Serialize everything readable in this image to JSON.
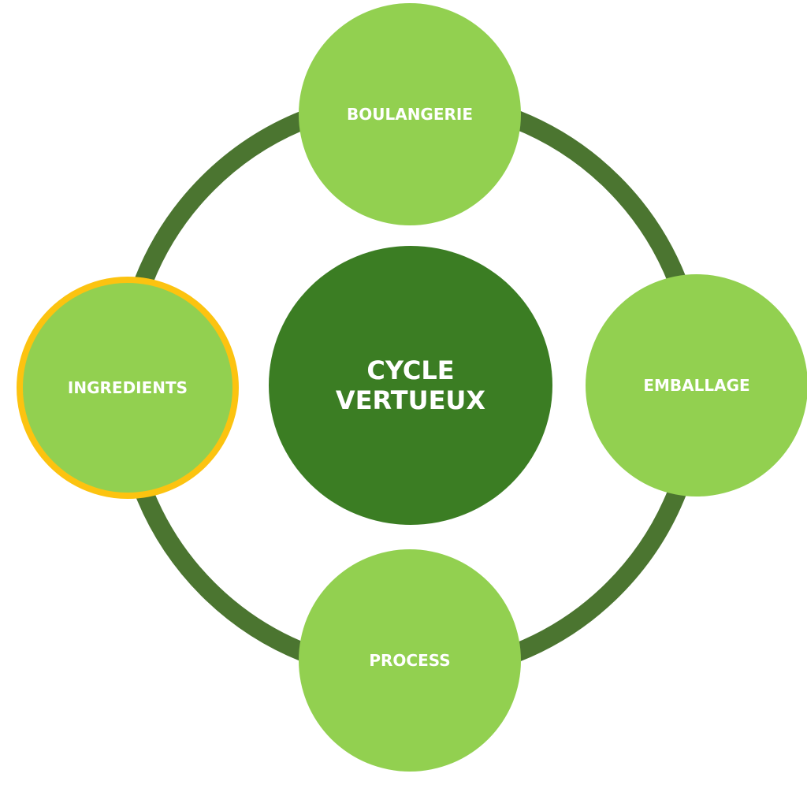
{
  "center": {
    "line1": "CYCLE",
    "line2": "VERTUEUX"
  },
  "nodes": {
    "top": "BOULANGERIE",
    "right": "EMBALLAGE",
    "bottom": "PROCESS",
    "left": "INGREDIENTS"
  },
  "colors": {
    "node": "#92d050",
    "center": "#3b7d23",
    "ring": "#4b7530",
    "highlight": "#fcc310"
  }
}
